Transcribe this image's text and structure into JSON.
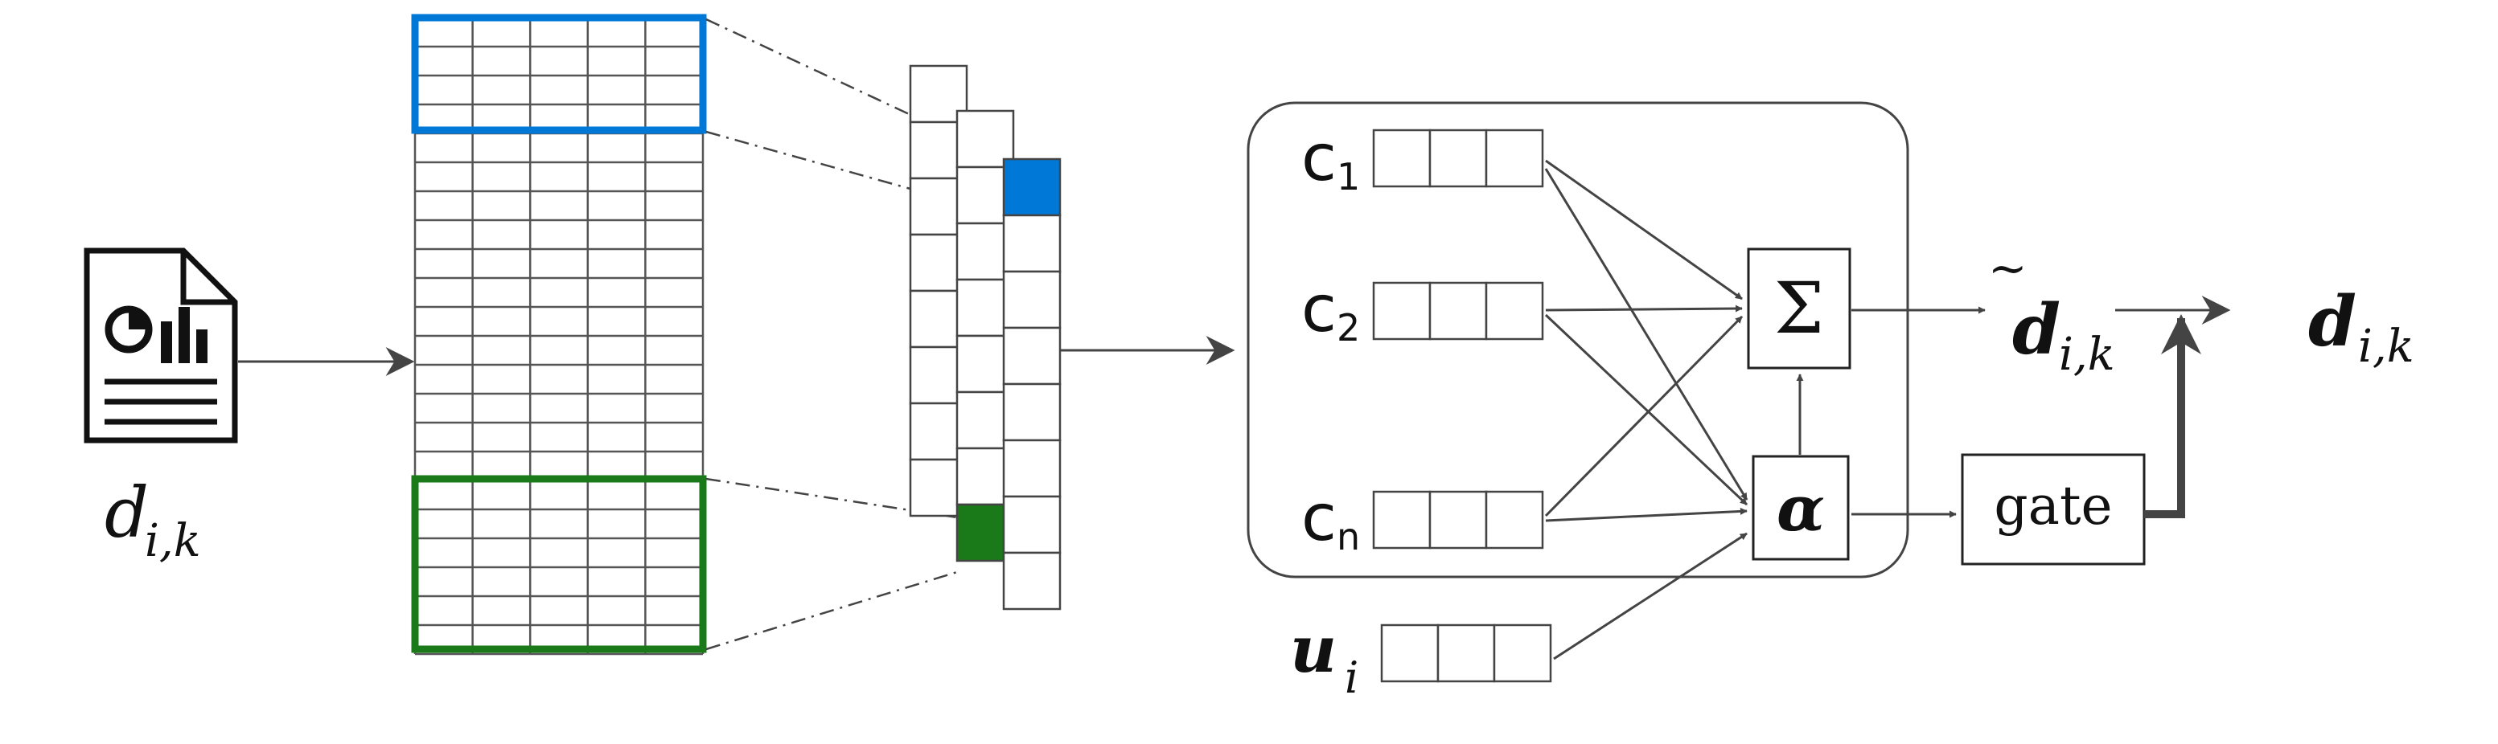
{
  "colors": {
    "window_top": "#0078d7",
    "window_bottom": "#1a7a1a",
    "stroke": "#444444",
    "text": "#111111"
  },
  "icons": {
    "document": "document-chart-icon"
  },
  "labels": {
    "doc_main": "d",
    "doc_sub": "i,k",
    "c1_main": "c",
    "c1_sub": "1",
    "c2_main": "c",
    "c2_sub": "2",
    "cn_main": "c",
    "cn_sub": "n",
    "u_main": "u",
    "u_sub": "i",
    "sum_symbol": "Σ",
    "alpha_symbol": "α",
    "gate": "gate",
    "dtilde_main": "d",
    "dtilde_sub": "i,k",
    "tilde": "~",
    "dout_main": "d",
    "dout_sub": "i,k"
  }
}
